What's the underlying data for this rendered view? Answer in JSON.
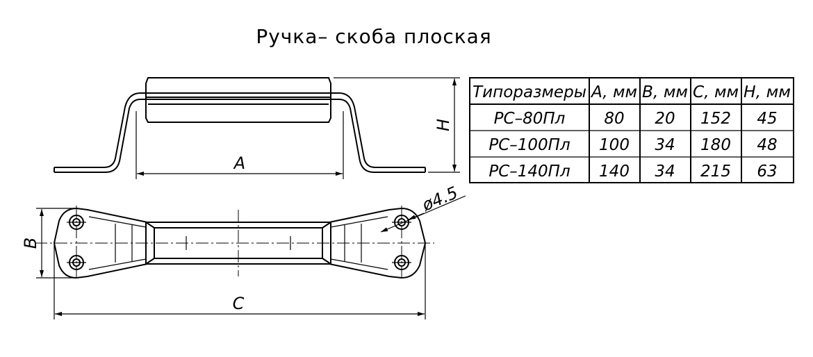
{
  "title": "Ручка– скоба плоская",
  "dimensions": {
    "a": "A",
    "b": "B",
    "c": "C",
    "h": "H",
    "hole": "ø4.5"
  },
  "table": {
    "headers": [
      "Типоразмеры",
      "A, мм",
      "B, мм",
      "C, мм",
      "H, мм"
    ],
    "rows": [
      [
        "РС–80Пл",
        "80",
        "20",
        "152",
        "45"
      ],
      [
        "РС–100Пл",
        "100",
        "34",
        "180",
        "48"
      ],
      [
        "РС–140Пл",
        "140",
        "34",
        "215",
        "63"
      ]
    ]
  }
}
